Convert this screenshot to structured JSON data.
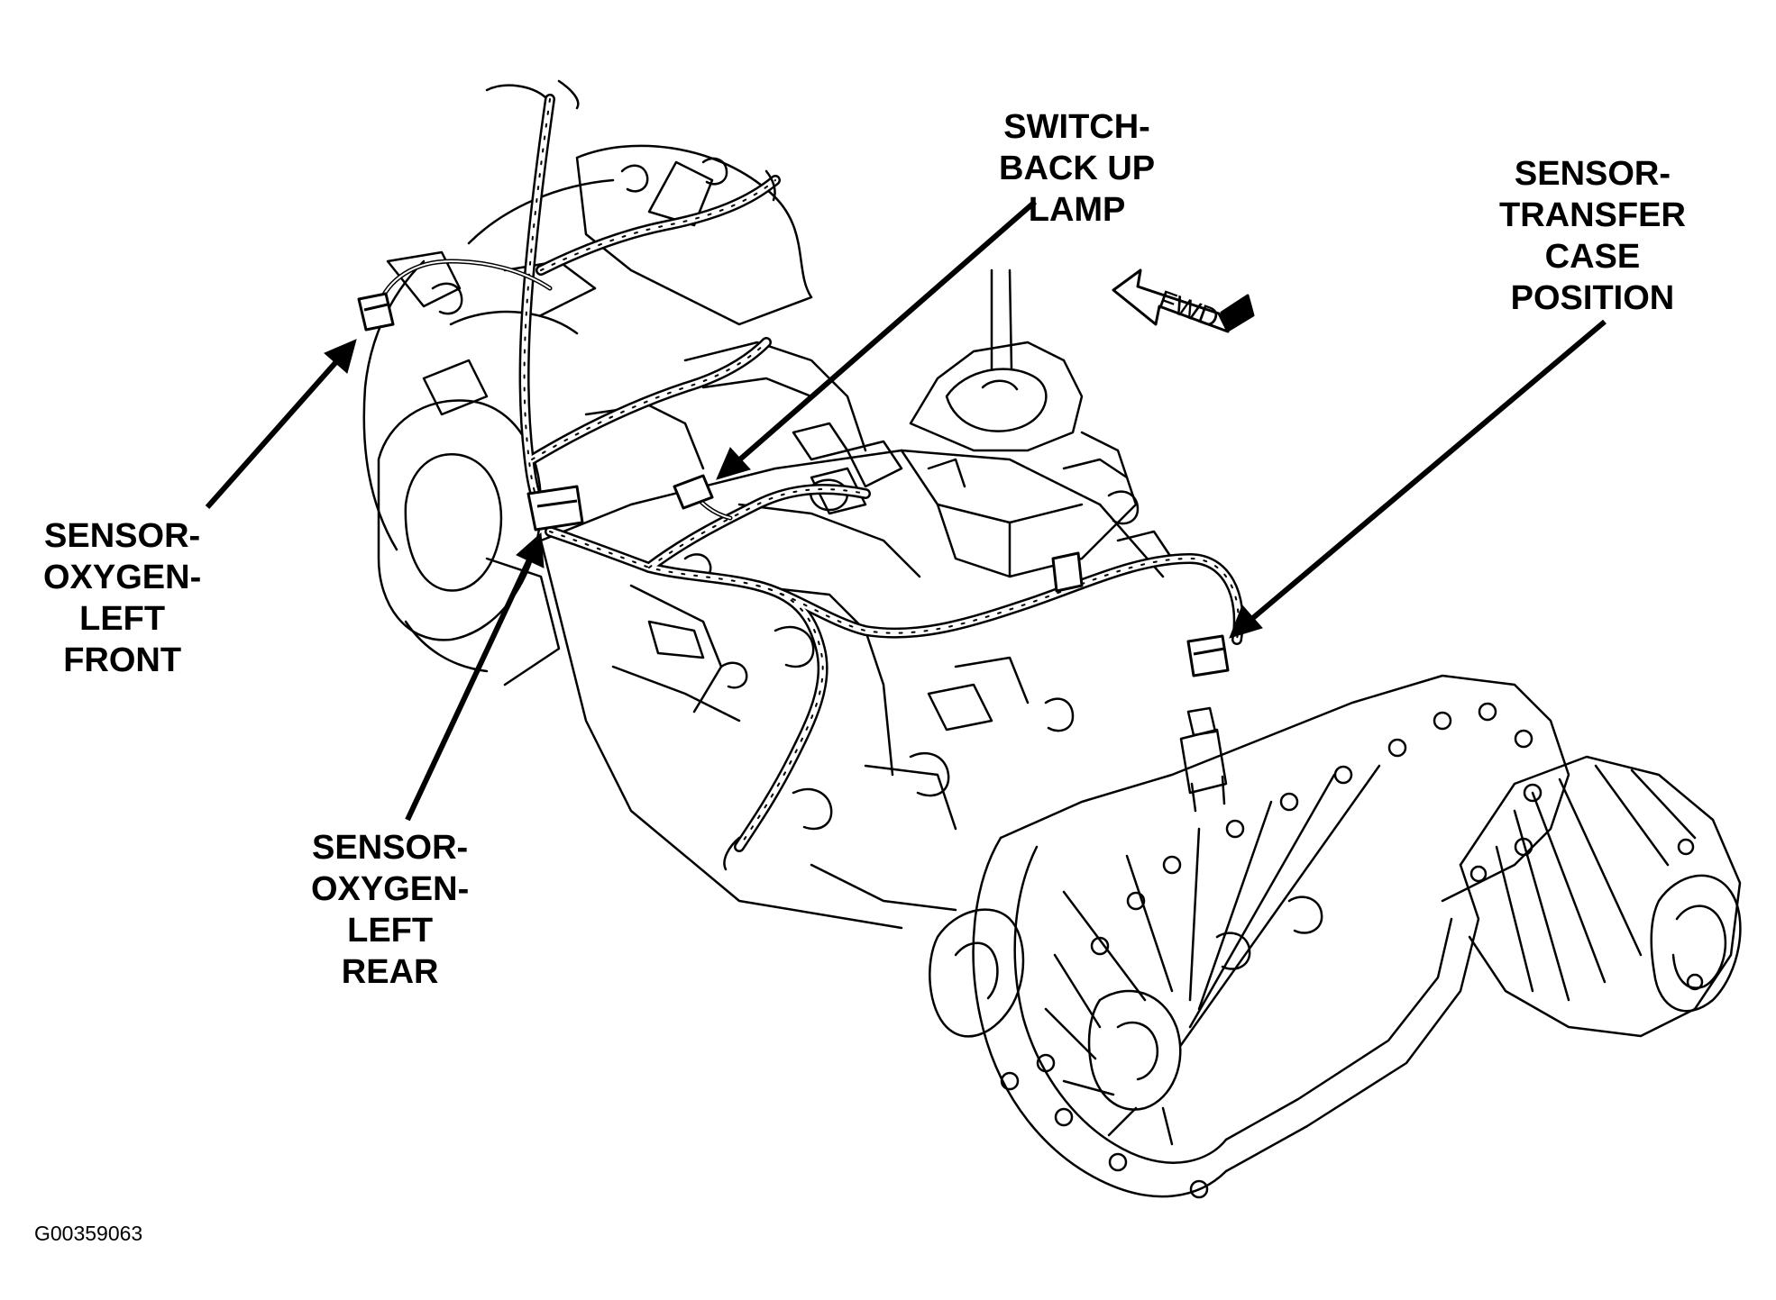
{
  "callouts": {
    "switch_backup_lamp": [
      "SWITCH-",
      "BACK UP",
      "LAMP"
    ],
    "sensor_transfer_case": [
      "SENSOR-",
      "TRANSFER",
      "CASE",
      "POSITION"
    ],
    "sensor_o2_left_front": [
      "SENSOR-",
      "OXYGEN-",
      "LEFT",
      "FRONT"
    ],
    "sensor_o2_left_rear": [
      "SENSOR-",
      "OXYGEN-",
      "LEFT",
      "REAR"
    ]
  },
  "direction_label": "FWD",
  "figure_id": "G00359063",
  "colors": {
    "ink": "#000000",
    "paper": "#ffffff"
  }
}
